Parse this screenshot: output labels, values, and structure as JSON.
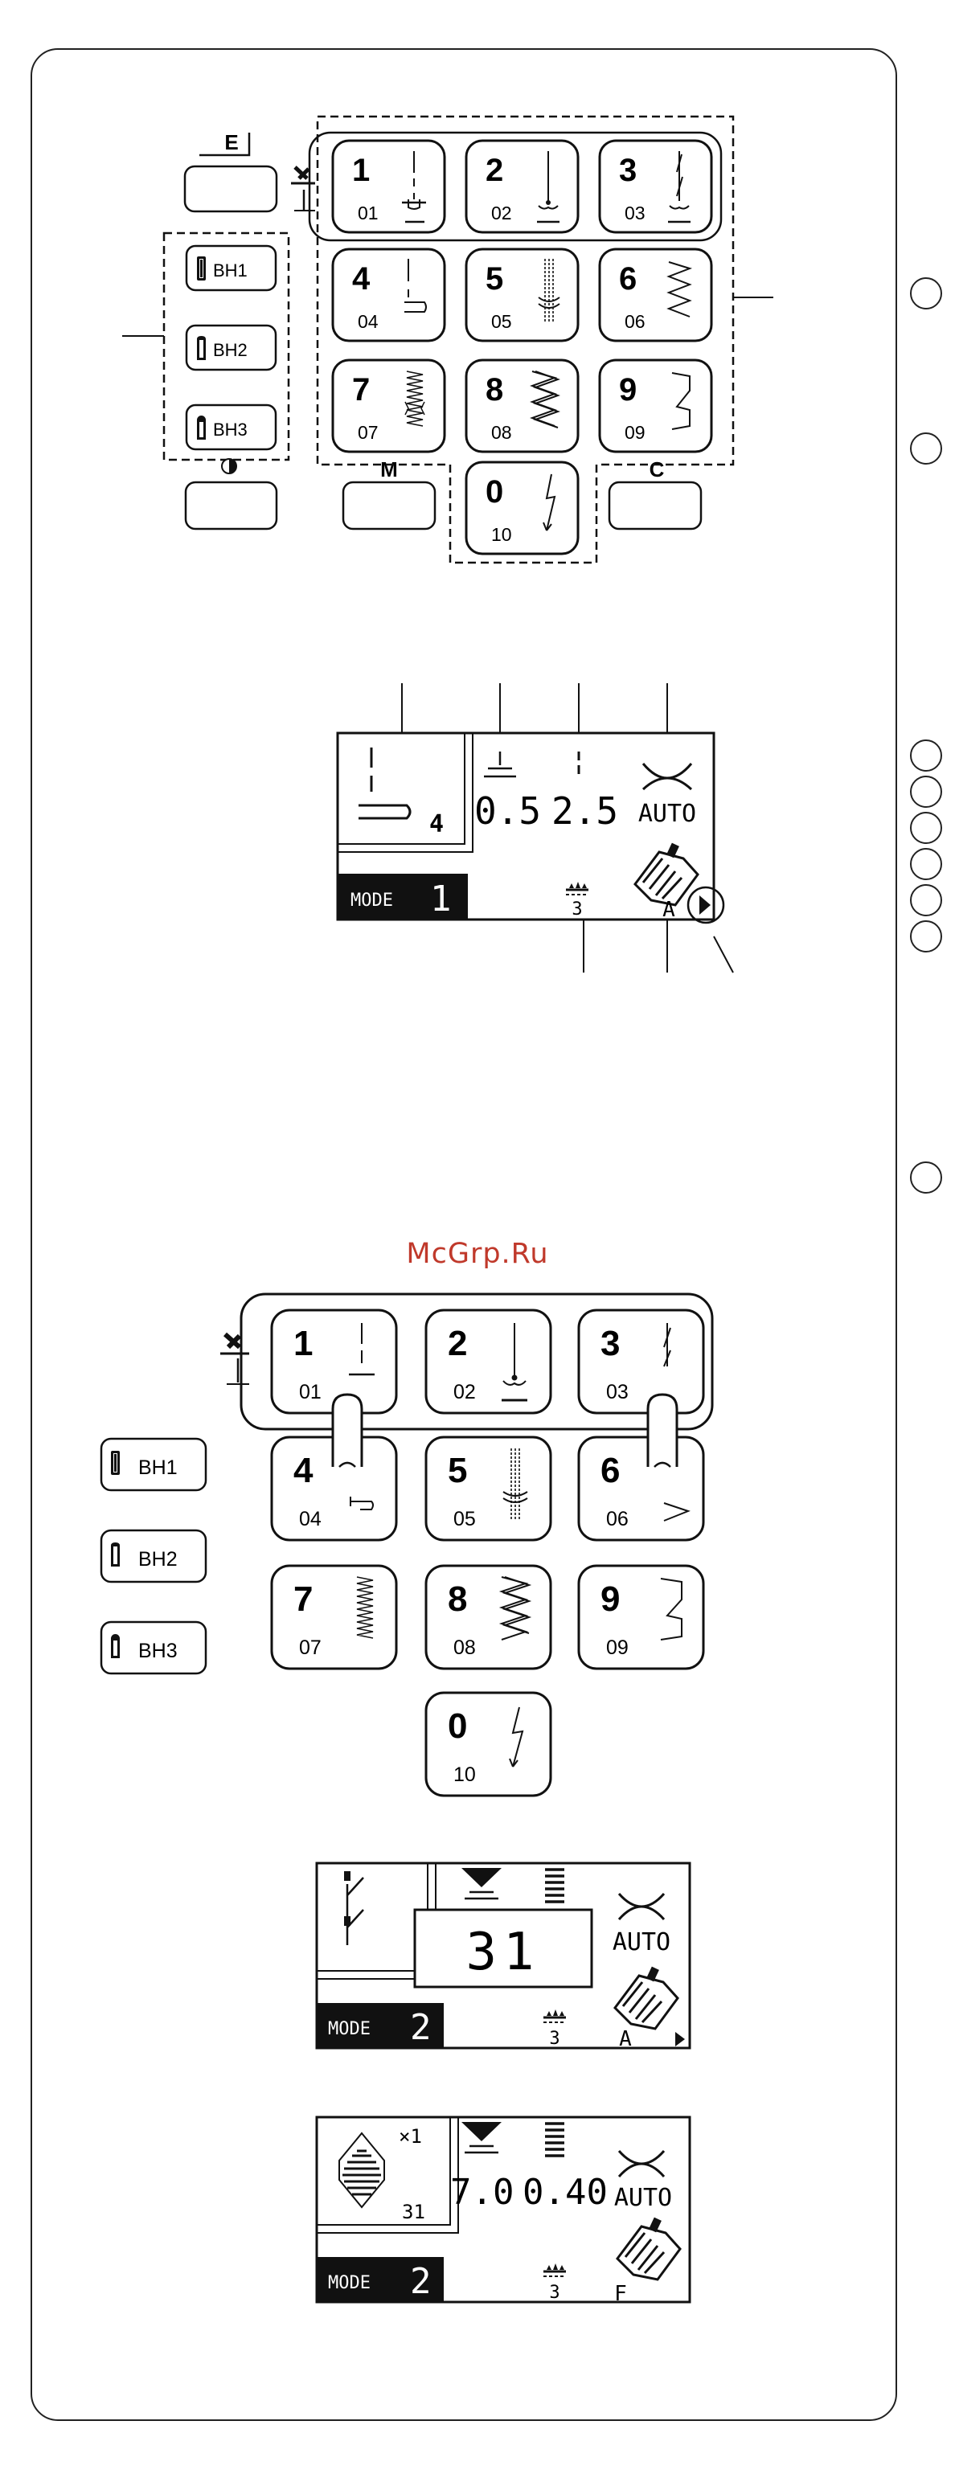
{
  "watermark": "McGrp.Ru",
  "panel_top": {
    "buttons": [
      {
        "num": "1",
        "code": "01",
        "icon": "straight-stitch-left-icon"
      },
      {
        "num": "2",
        "code": "02",
        "icon": "straight-stitch-center-icon"
      },
      {
        "num": "3",
        "code": "03",
        "icon": "triple-stitch-icon"
      },
      {
        "num": "4",
        "code": "04",
        "icon": "basting-stitch-icon"
      },
      {
        "num": "5",
        "code": "05",
        "icon": "bar-tack-icon"
      },
      {
        "num": "6",
        "code": "06",
        "icon": "zigzag-stitch-icon"
      },
      {
        "num": "7",
        "code": "07",
        "icon": "multi-zigzag-icon"
      },
      {
        "num": "8",
        "code": "08",
        "icon": "triple-zigzag-icon"
      },
      {
        "num": "9",
        "code": "09",
        "icon": "blind-hem-icon"
      },
      {
        "num": "0",
        "code": "10",
        "icon": "lightning-stitch-icon"
      }
    ],
    "bh": [
      "BH1",
      "BH2",
      "BH3"
    ],
    "e_label": "E",
    "m_label": "M",
    "c_label": "C"
  },
  "lcd1": {
    "width_value": "0.5",
    "length_value": "2.5",
    "tension": "AUTO",
    "pattern_digit": "4",
    "mode_word": "MODE",
    "mode_num": "1",
    "feed_digit": "3",
    "foot_letter": "A"
  },
  "panel_bottom": {
    "buttons": [
      {
        "num": "1",
        "code": "01"
      },
      {
        "num": "2",
        "code": "02"
      },
      {
        "num": "3",
        "code": "03"
      },
      {
        "num": "4",
        "code": "04"
      },
      {
        "num": "5",
        "code": "05"
      },
      {
        "num": "6",
        "code": "06"
      },
      {
        "num": "7",
        "code": "07"
      },
      {
        "num": "8",
        "code": "08"
      },
      {
        "num": "9",
        "code": "09"
      },
      {
        "num": "0",
        "code": "10"
      }
    ],
    "bh": [
      "BH1",
      "BH2",
      "BH3"
    ]
  },
  "lcd2": {
    "pattern_number": "31",
    "tension": "AUTO",
    "mode_word": "MODE",
    "mode_num": "2",
    "feed_digit": "3",
    "foot_letter": "A"
  },
  "lcd3": {
    "repeat": "×1",
    "pattern_number": "31",
    "width_value": "7.0",
    "length_value": "0.40",
    "tension": "AUTO",
    "mode_word": "MODE",
    "mode_num": "2",
    "feed_digit": "3",
    "foot_letter": "F"
  }
}
